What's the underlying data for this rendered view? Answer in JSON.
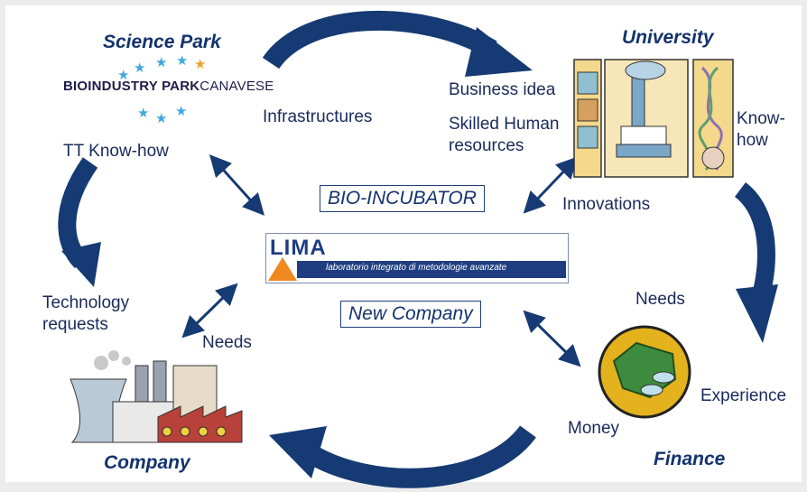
{
  "nodes": {
    "science_park": "Science Park",
    "university": "University",
    "company": "Company",
    "finance": "Finance"
  },
  "logos": {
    "bioindustry_bold": "BIOINDUSTRY PARK",
    "bioindustry_light": "CANAVESE",
    "lima_word": "LIMA",
    "lima_sub": "laboratorio integrato di metodologie avanzate"
  },
  "center": {
    "bio_incubator": "BIO-INCUBATOR",
    "new_company": "New Company"
  },
  "labels": {
    "infrastructures": "Infrastructures",
    "tt_knowhow": "TT Know-how",
    "business_idea": "Business idea",
    "skilled_line1": "Skilled Human",
    "skilled_line2": "resources",
    "knowhow_line1": "Know-",
    "knowhow_line2": "how",
    "innovations": "Innovations",
    "tech_line1": "Technology",
    "tech_line2": "requests",
    "needs_left": "Needs",
    "needs_right": "Needs",
    "experience": "Experience",
    "money": "Money"
  },
  "colors": {
    "arrow": "#163a73",
    "text": "#1a2a5a",
    "star_blue": "#3fa9e0",
    "star_orange": "#f0a030"
  }
}
